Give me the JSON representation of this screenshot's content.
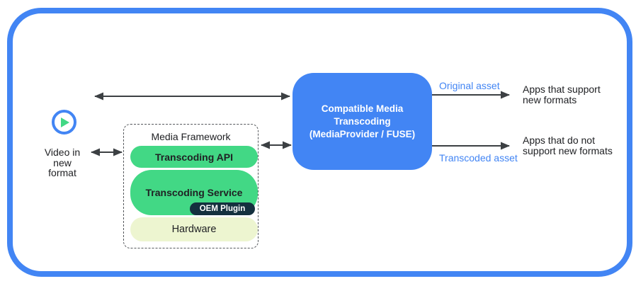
{
  "colors": {
    "accent_blue": "#4285f4",
    "android_green": "#42d885",
    "oem_navy": "#14303e",
    "hardware_pale": "#edf5d0",
    "arrow_gray": "#3c4043"
  },
  "video_source": {
    "icon": "play-icon",
    "label": "Video in\nnew\nformat"
  },
  "media_framework": {
    "title": "Media Framework",
    "layers": [
      {
        "label": "Transcoding API"
      },
      {
        "label": "Transcoding Service",
        "sub": "OEM Plugin"
      },
      {
        "label": "Hardware"
      }
    ]
  },
  "transcoding_box": {
    "label": "Compatible Media\nTranscoding\n(MediaProvider / FUSE)"
  },
  "outputs": {
    "original": {
      "asset_label": "Original asset",
      "target": "Apps that support\nnew formats"
    },
    "transcoded": {
      "asset_label": "Transcoded asset",
      "target": "Apps that do not\nsupport new formats"
    }
  }
}
